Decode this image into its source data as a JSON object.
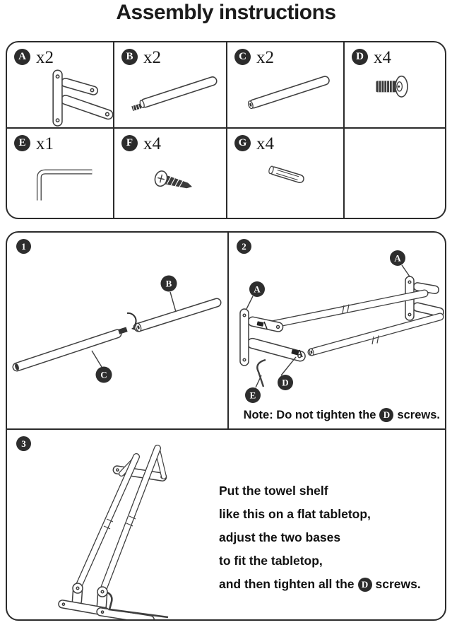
{
  "title": "Assembly instructions",
  "parts": [
    {
      "letter": "A",
      "qty": "x2",
      "icon": "wall-bracket"
    },
    {
      "letter": "B",
      "qty": "x2",
      "icon": "tube-with-threaded-stud"
    },
    {
      "letter": "C",
      "qty": "x2",
      "icon": "tube-with-socket"
    },
    {
      "letter": "D",
      "qty": "x4",
      "icon": "flange-bolt"
    },
    {
      "letter": "E",
      "qty": "x1",
      "icon": "allen-key"
    },
    {
      "letter": "F",
      "qty": "x4",
      "icon": "wood-screw"
    },
    {
      "letter": "G",
      "qty": "x4",
      "icon": "wall-anchor"
    }
  ],
  "steps": {
    "one": {
      "number": "1",
      "tube_b_label": "B",
      "tube_c_label": "C"
    },
    "two": {
      "number": "2",
      "bracket_label": "A",
      "screw_label": "D",
      "key_label": "E",
      "note": {
        "prefix": "Note: Do not tighten the",
        "badge": "D",
        "suffix": "screws."
      }
    },
    "three": {
      "number": "3",
      "lines": [
        "Put the towel shelf",
        "like this on a flat tabletop,",
        "adjust the two bases",
        "to fit the tabletop,"
      ],
      "final": {
        "prefix": "and then tighten all the",
        "badge": "D",
        "suffix": "screws."
      }
    }
  },
  "colors": {
    "line": "#3f3f3f",
    "badge_bg": "#2c2c2c",
    "border": "#2b2b2b",
    "text": "#111111"
  }
}
